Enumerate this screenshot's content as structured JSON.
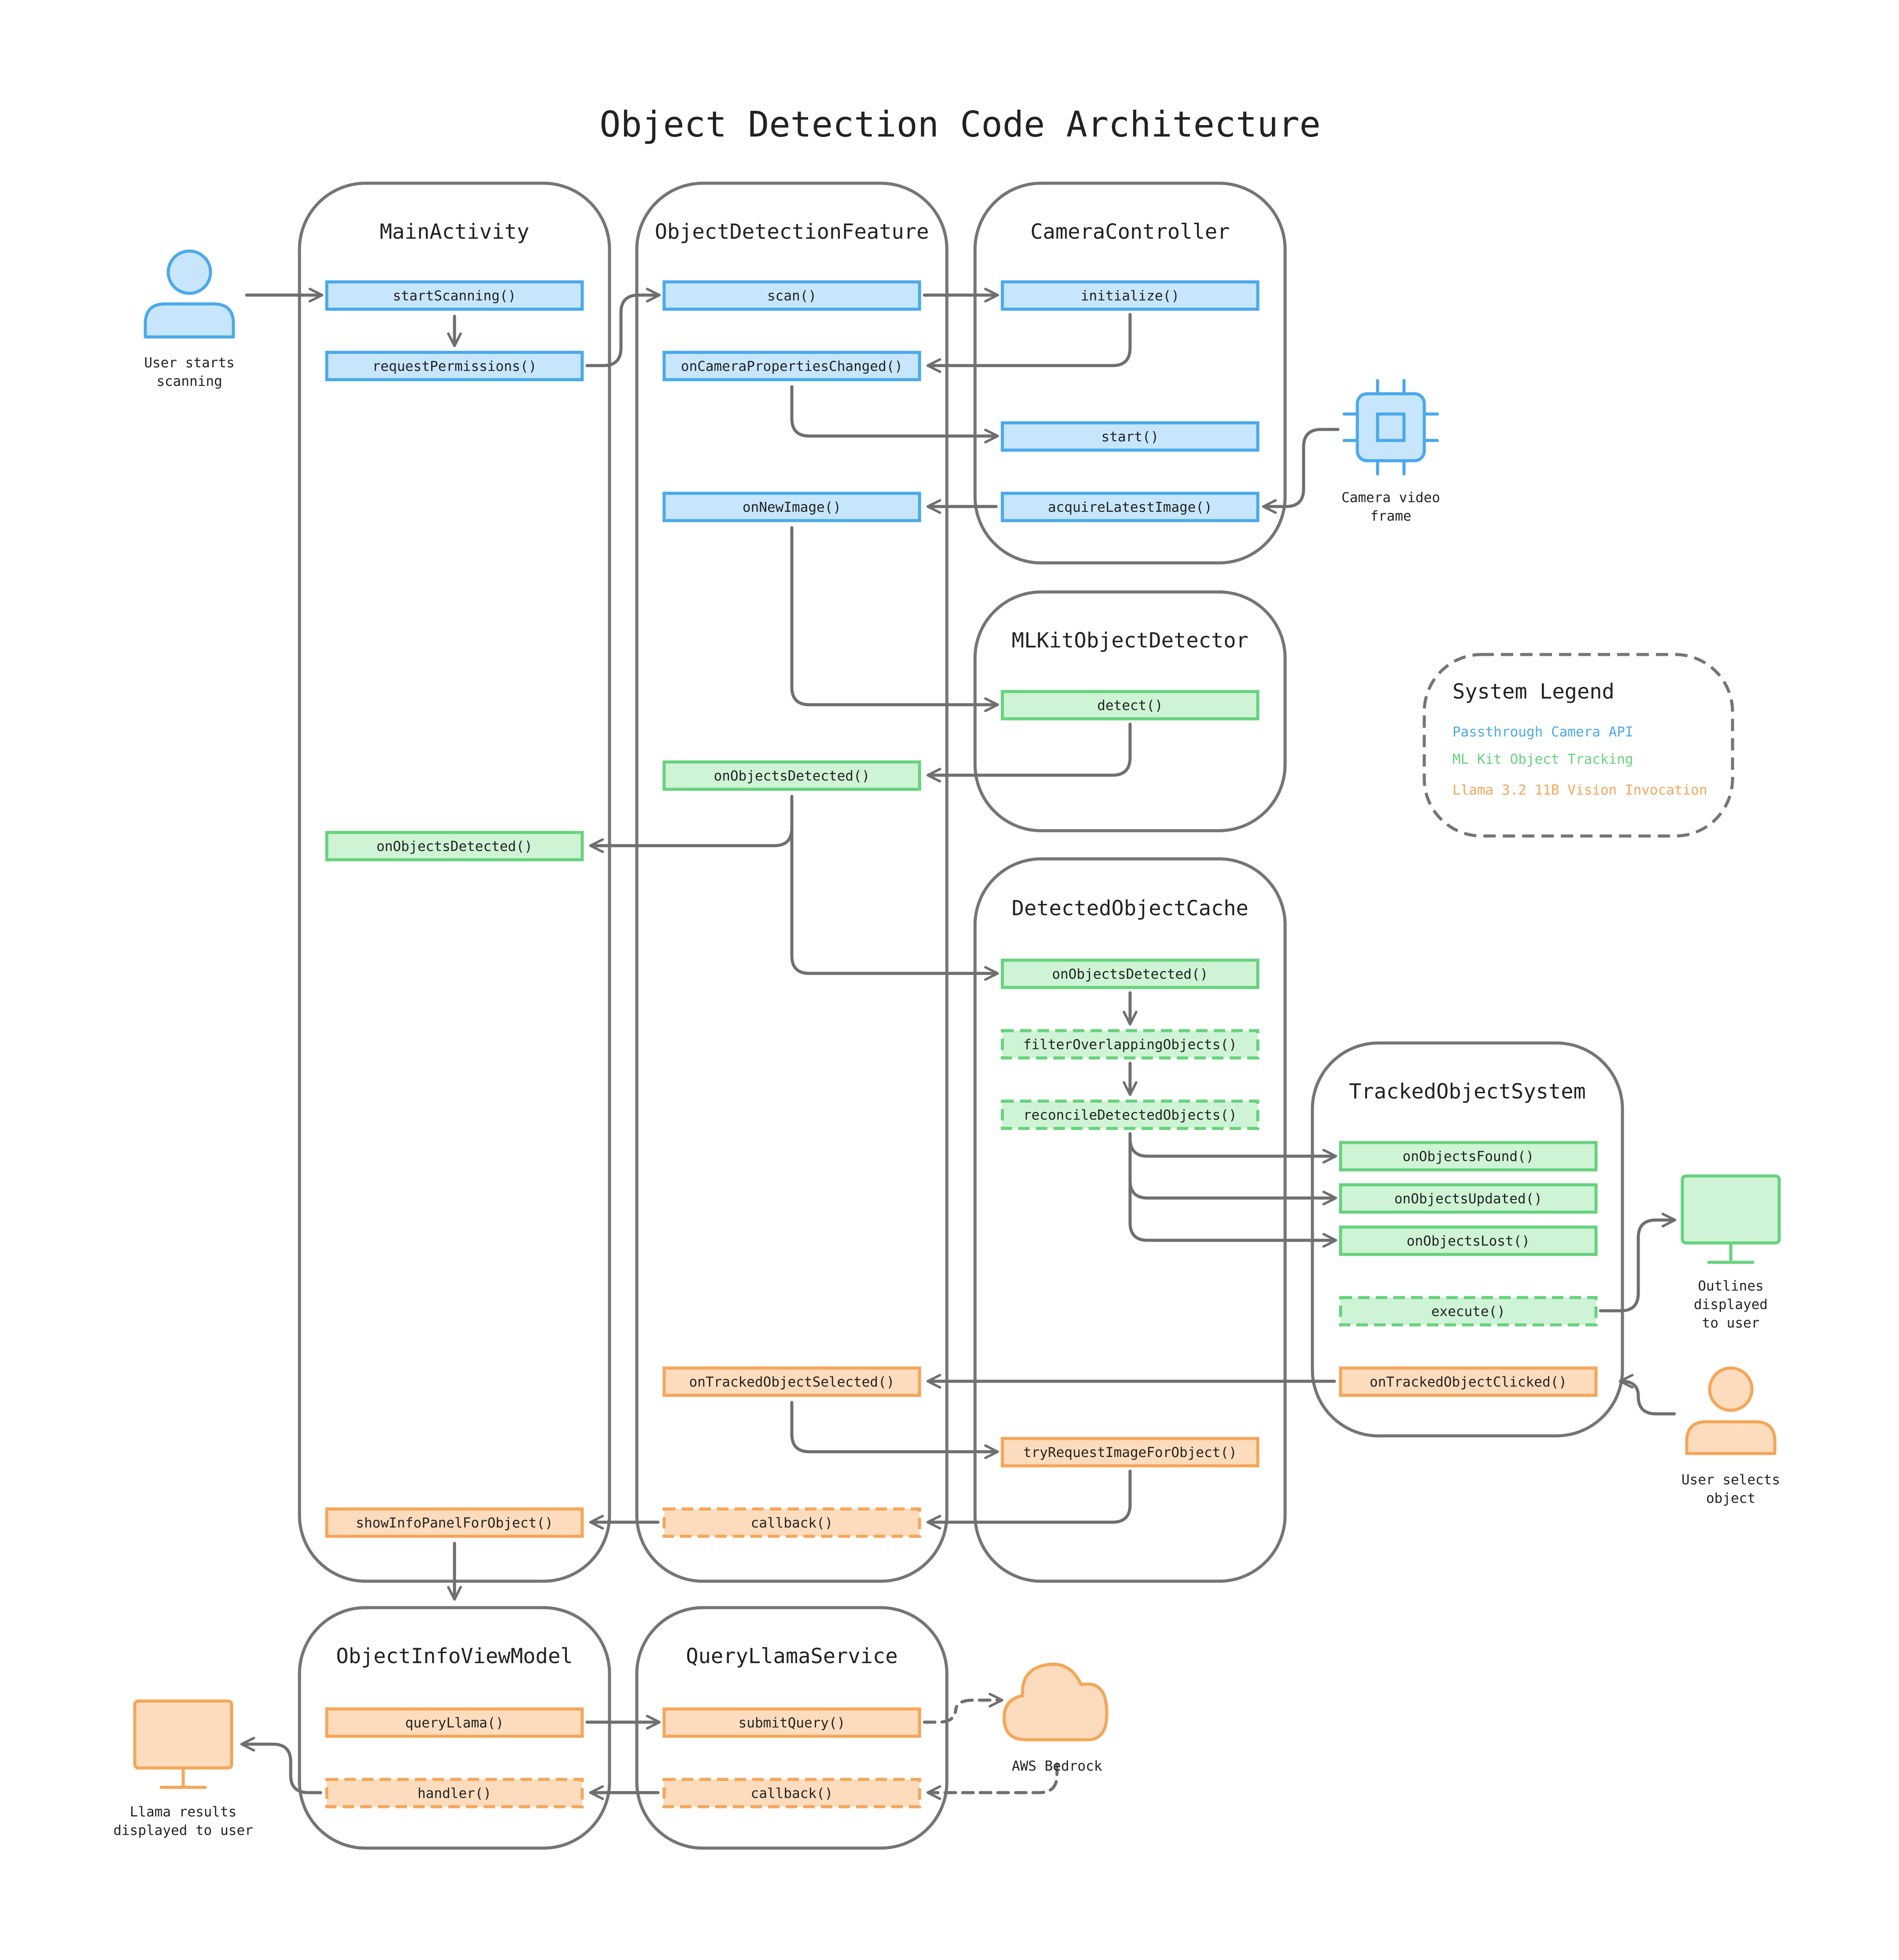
{
  "title": "Object Detection Code Architecture",
  "colors": {
    "blue": "#4aa9ea",
    "green": "#67d27e",
    "orange": "#f5a65a",
    "line": "#6f6f6f"
  },
  "containers": [
    "MainActivity",
    "ObjectDetectionFeature",
    "CameraController",
    "MLKitObjectDetector",
    "DetectedObjectCache",
    "TrackedObjectSystem",
    "ObjectInfoViewModel",
    "QueryLlamaService"
  ],
  "methods": {
    "main_startScanning": "startScanning()",
    "main_requestPermissions": "requestPermissions()",
    "main_onObjectsDetected": "onObjectsDetected()",
    "main_showInfoPanel": "showInfoPanelForObject()",
    "odf_scan": "scan()",
    "odf_onCameraPropertiesChanged": "onCameraPropertiesChanged()",
    "odf_onNewImage": "onNewImage()",
    "odf_onObjectsDetected": "onObjectsDetected()",
    "odf_onTrackedObjectSelected": "onTrackedObjectSelected()",
    "odf_callback": "callback()",
    "cam_initialize": "initialize()",
    "cam_start": "start()",
    "cam_acquireLatestImage": "acquireLatestImage()",
    "ml_detect": "detect()",
    "cache_onObjectsDetected": "onObjectsDetected()",
    "cache_filterOverlapping": "filterOverlappingObjects()",
    "cache_reconcile": "reconcileDetectedObjects()",
    "cache_tryRequestImage": "tryRequestImageForObject()",
    "tos_onObjectsFound": "onObjectsFound()",
    "tos_onObjectsUpdated": "onObjectsUpdated()",
    "tos_onObjectsLost": "onObjectsLost()",
    "tos_execute": "execute()",
    "tos_onTrackedObjectClicked": "onTrackedObjectClicked()",
    "vm_queryLlama": "queryLlama()",
    "vm_handler": "handler()",
    "qls_submitQuery": "submitQuery()",
    "qls_callback": "callback()"
  },
  "actors": {
    "user_scan": {
      "line1": "User starts",
      "line2": "scanning",
      "icon": "person-icon"
    },
    "camera_frame": {
      "line1": "Camera video",
      "line2": "frame",
      "icon": "chip-icon"
    },
    "outlines": {
      "line1": "Outlines",
      "line2": "displayed",
      "line3": "to user",
      "icon": "monitor-icon"
    },
    "user_select": {
      "line1": "User selects",
      "line2": "object",
      "icon": "person-icon"
    },
    "bedrock": {
      "line1": "AWS Bedrock",
      "icon": "cloud-icon"
    },
    "llama_results": {
      "line1": "Llama results",
      "line2": "displayed to user",
      "icon": "monitor-icon"
    }
  },
  "legend": {
    "title": "System Legend",
    "items": [
      {
        "label": "Passthrough Camera API",
        "color": "#4aa9ea"
      },
      {
        "label": "ML Kit Object Tracking",
        "color": "#67d27e"
      },
      {
        "label": "Llama 3.2 11B Vision Invocation",
        "color": "#f5a65a"
      }
    ]
  }
}
